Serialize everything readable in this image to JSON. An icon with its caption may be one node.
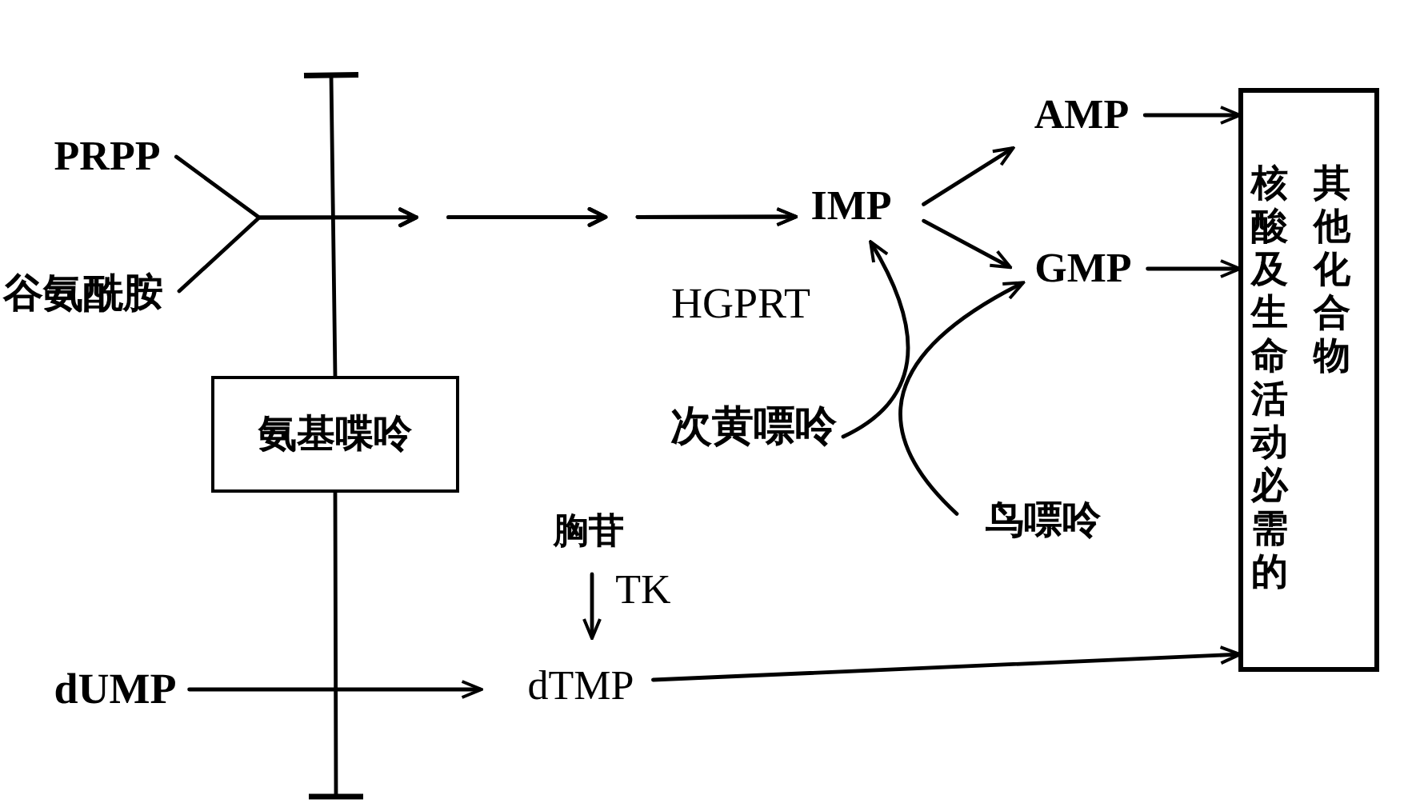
{
  "diagram": {
    "nodes": [
      {
        "text": [
          "PRPP"
        ]
      },
      {
        "text": [
          "谷氨酰胺"
        ]
      },
      {
        "text": [
          "IMP"
        ]
      },
      {
        "text": [
          "AMP"
        ]
      },
      {
        "text": [
          "GMP"
        ]
      },
      {
        "text": [
          "核酸及生命活动必需的其他化合物"
        ]
      },
      {
        "text": [
          "氨基喋呤"
        ]
      },
      {
        "text": [
          "次黄嘌呤"
        ]
      },
      {
        "text": [
          "鸟嘌呤"
        ]
      },
      {
        "text": [
          "胸苷"
        ]
      },
      {
        "text": [
          "dUMP"
        ]
      },
      {
        "text": [
          "dTMP"
        ]
      }
    ],
    "edges": [
      {
        "from": 0,
        "to": 2,
        "arrow": "to",
        "style": "dashed"
      },
      {
        "from": 1,
        "to": 2,
        "arrow": "to",
        "style": "dashed"
      },
      {
        "from": 2,
        "to": 3,
        "arrow": "to"
      },
      {
        "from": 2,
        "to": 4,
        "arrow": "to"
      },
      {
        "from": 3,
        "to": 5,
        "arrow": "to"
      },
      {
        "from": 4,
        "to": 5,
        "arrow": "to"
      },
      {
        "from": 7,
        "to": 2,
        "arrow": "to"
      },
      {
        "from": 8,
        "to": 4,
        "arrow": "to"
      },
      {
        "from": 9,
        "to": 11,
        "arrow": "to",
        "label": "TK"
      },
      {
        "from": 10,
        "to": 11,
        "arrow": "to"
      },
      {
        "from": 11,
        "to": 5,
        "arrow": "to"
      },
      {
        "from": 6,
        "to": null,
        "arrow": "other"
      },
      {
        "from": 6,
        "to": null,
        "arrow": "other"
      }
    ],
    "labels": [
      "HGPRT"
    ]
  }
}
